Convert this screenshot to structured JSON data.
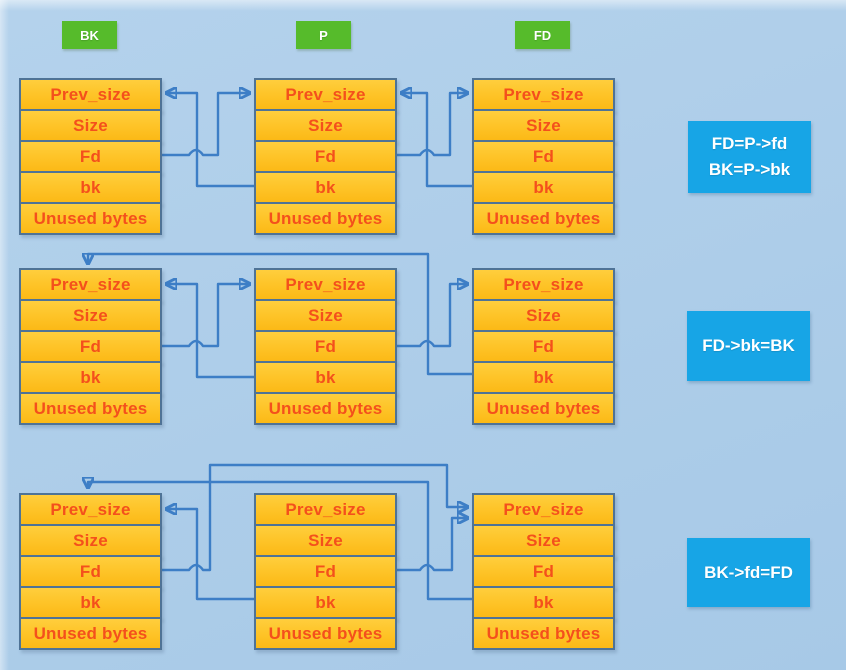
{
  "diagram": {
    "pointer_labels": [
      {
        "id": "bk",
        "text": "BK"
      },
      {
        "id": "p",
        "text": "P"
      },
      {
        "id": "fd",
        "text": "FD"
      }
    ],
    "cell_labels": [
      "Prev_size",
      "Size",
      "Fd",
      "bk",
      "Unused bytes"
    ],
    "annotations": [
      {
        "lines": [
          "FD=P->fd",
          "BK=P->bk"
        ]
      },
      {
        "lines": [
          "FD->bk=BK"
        ]
      },
      {
        "lines": [
          "BK->fd=FD"
        ]
      }
    ],
    "connectors": [
      {
        "row": 1,
        "from": "BK.fd",
        "to": "P.prev_size"
      },
      {
        "row": 1,
        "from": "P.bk",
        "to": "BK.prev_size"
      },
      {
        "row": 1,
        "from": "P.fd",
        "to": "FD.prev_size"
      },
      {
        "row": 1,
        "from": "FD.bk",
        "to": "P.prev_size"
      },
      {
        "row": 2,
        "from": "BK.fd",
        "to": "P.prev_size"
      },
      {
        "row": 2,
        "from": "P.bk",
        "to": "BK.prev_size"
      },
      {
        "row": 2,
        "from": "P.fd",
        "to": "FD.prev_size"
      },
      {
        "row": 2,
        "from": "FD.bk",
        "to": "BK.prev_size"
      },
      {
        "row": 3,
        "from": "P.bk",
        "to": "BK.prev_size"
      },
      {
        "row": 3,
        "from": "BK.fd",
        "to": "FD.prev_size"
      },
      {
        "row": 3,
        "from": "P.fd",
        "to": "FD.prev_size"
      },
      {
        "row": 3,
        "from": "FD.bk",
        "to": "BK.prev_size"
      }
    ],
    "colors": {
      "background": "#adcde9",
      "cell_fill": "#fec52a",
      "cell_border": "#4f7396",
      "cell_text": "#f4501c",
      "pointer_label_green": "#56bb2b",
      "annotation_blue": "#17a5e6",
      "arrow_blue": "#3d7ec6"
    }
  }
}
